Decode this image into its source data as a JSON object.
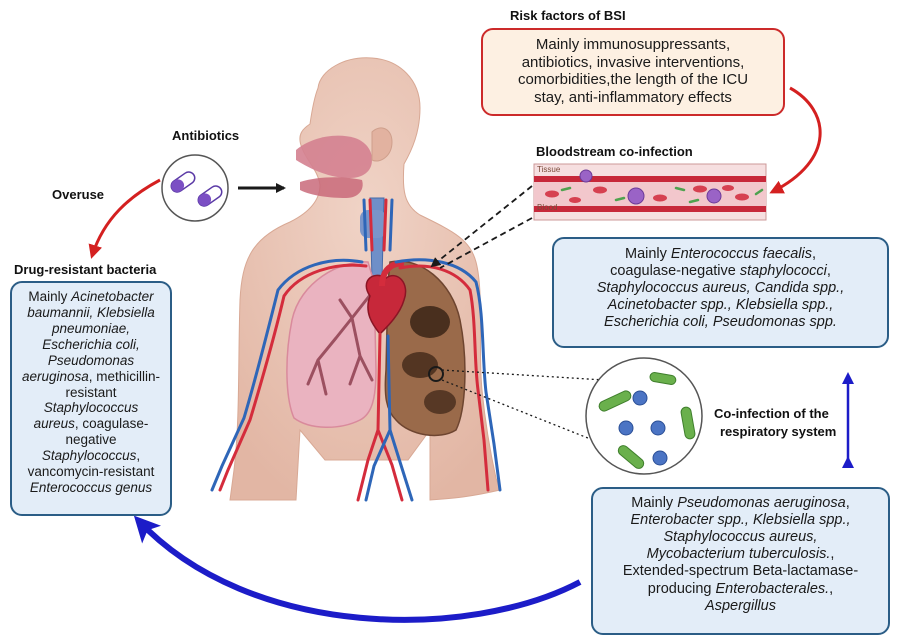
{
  "labels": {
    "risk_title": "Risk factors of BSI",
    "antibiotics": "Antibiotics",
    "overuse": "Overuse",
    "drug_resistant_title": "Drug-resistant bacteria",
    "bloodstream_title": "Bloodstream co-infection",
    "tissue": "Tissue",
    "blood": "Blood",
    "respiratory_line1": "Co-infection of the",
    "respiratory_line2": "respiratory system"
  },
  "risk_box": {
    "lines": [
      "Mainly immunosuppressants,",
      "antibiotics, invasive interventions,",
      "comorbidities,the length of the ICU",
      "stay, anti-inflammatory effects"
    ]
  },
  "drug_resistant_box": {
    "l1_a": "Mainly ",
    "l1_b": "Acinetobacter",
    "l2": "baumannii, Klebsiella",
    "l3": "pneumoniae,",
    "l4": "Escherichia coli,",
    "l5": "Pseudomonas",
    "l6_a": "aeruginosa",
    "l6_b": ", methicillin-",
    "l7": "resistant",
    "l8": "Staphylococcus",
    "l9_a": "aureus",
    "l9_b": ", coagulase-",
    "l10": "negative",
    "l11_a": "Staphylococcus",
    "l11_b": ",",
    "l12": "vancomycin-resistant",
    "l13": "Enterococcus genus"
  },
  "bloodstream_box": {
    "l1_a": "Mainly ",
    "l1_b": "Enterococcus faecalis",
    "l1_c": ",",
    "l2_a": "coagulase-negative ",
    "l2_b": "staphylococci",
    "l2_c": ",",
    "l3": "Staphylococcus aureus, Candida spp.,",
    "l4": "Acinetobacter spp., Klebsiella spp.,",
    "l5": "Escherichia coli, Pseudomonas spp."
  },
  "respiratory_box": {
    "l1_a": "Mainly ",
    "l1_b": "Pseudomonas aeruginosa",
    "l1_c": ",",
    "l2": "Enterobacter spp., Klebsiella spp.,",
    "l3": "Staphylococcus aureus,",
    "l4": "Mycobacterium tuberculosis.",
    "l4_b": ",",
    "l5": "Extended-spectrum Beta-lactamase-",
    "l6_a": "producing ",
    "l6_b": "Enterobacterales.",
    "l6_c": ",",
    "l7": "Aspergillus"
  },
  "colors": {
    "box_blue_fill": "#e3edf8",
    "box_blue_border": "#2b5d86",
    "box_red_fill": "#fdf0e2",
    "box_red_border": "#cc2a2a",
    "arrow_red": "#d42020",
    "arrow_blue": "#1c1cc8",
    "skin": "#e9c4b4",
    "artery": "#d42c3c",
    "vein": "#2e66b8",
    "lung_left": "#eab3c0",
    "lung_right": "#9a6a4a",
    "pill_purple": "#7b4fc4",
    "bacteria_green": "#6ab04c"
  }
}
